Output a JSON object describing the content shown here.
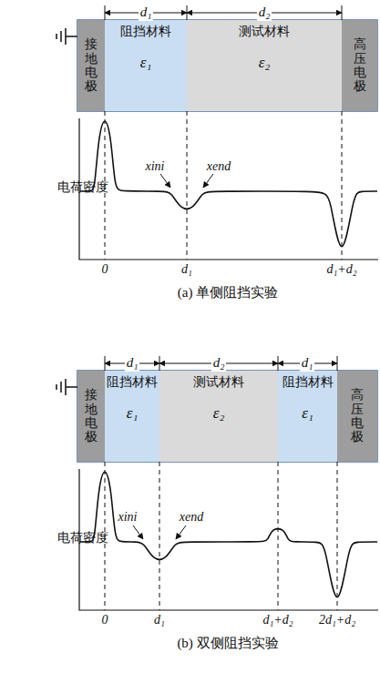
{
  "diagram": {
    "nodes": [
      {
        "text": [
          "接地电极"
        ]
      },
      {
        "text": [
          "阻挡材料",
          "ε₁"
        ]
      },
      {
        "text": [
          "测试材料",
          "ε₂"
        ]
      },
      {
        "text": [
          "高压电极"
        ]
      },
      {
        "text": [
          "接地电极"
        ]
      },
      {
        "text": [
          "阻挡材料",
          "ε₁"
        ]
      },
      {
        "text": [
          "测试材料",
          "ε₂"
        ]
      },
      {
        "text": [
          "阻挡材料",
          "ε₁"
        ]
      },
      {
        "text": [
          "高压电极"
        ]
      }
    ],
    "labels": [
      "d₁",
      "d₂",
      "xini",
      "xend",
      "电荷密度",
      "0",
      "d₁",
      "d₁+d₂",
      "(a) 单侧阻挡实验",
      "d₁",
      "d₂",
      "d₁",
      "xini",
      "xend",
      "电荷密度",
      "0",
      "d₁",
      "d₁+d₂",
      "2d₁+d₂",
      "(b) 双侧阻挡实验"
    ]
  }
}
